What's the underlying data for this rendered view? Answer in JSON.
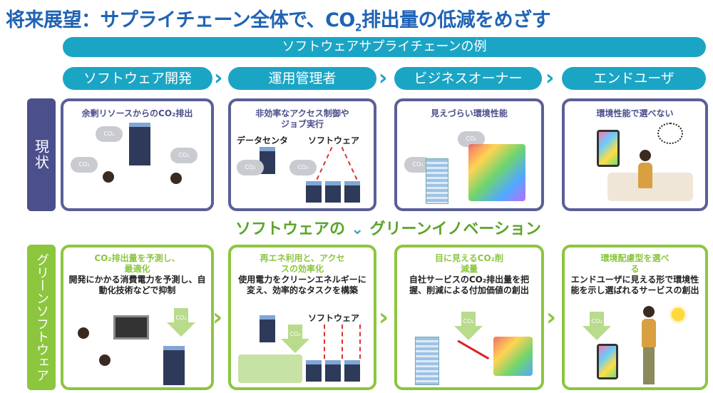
{
  "title": {
    "text": "将来展望：サプライチェーン全体で、CO",
    "sub": "2",
    "rest": "排出量の低減をめざす"
  },
  "banner": "ソフトウェアサプライチェーンの例",
  "stages": [
    "ソフトウェア開発",
    "運用管理者",
    "ビジネスオーナー",
    "エンドユーザ"
  ],
  "side_labels": {
    "current": "現状",
    "green": "グリーンソフトウェア"
  },
  "current": [
    {
      "heading": "余剰リソースからのCO₂排出"
    },
    {
      "heading": "非効率なアクセス制御やジョブ実行",
      "labels": [
        "データセンタ",
        "ソフトウェア"
      ]
    },
    {
      "heading": "見えづらい環境性能"
    },
    {
      "heading": "環境性能で選べない"
    }
  ],
  "middle": {
    "left": "ソフトウェアの",
    "right": "グリーンイノベーション"
  },
  "green": [
    {
      "heading": "CO₂排出量を予測し、最適化",
      "desc": "開発にかかる消費電力を予測し、自動化技術などで抑制"
    },
    {
      "heading": "再エネ利用と、アクセスの効率化",
      "desc": "使用電力をクリーンエネルギーに変え、効率的なタスクを構築",
      "labels": [
        "ソフトウェア"
      ]
    },
    {
      "heading": "目に見えるCO₂削減量",
      "desc": "自社サービスのCO₂排出量を把握、削減による付加価値の創出"
    },
    {
      "heading": "環境配慮型を選べる",
      "desc": "エンドユーザに見える形で環境性能を示し選ばれるサービスの創出"
    }
  ],
  "co2": "CO₂"
}
